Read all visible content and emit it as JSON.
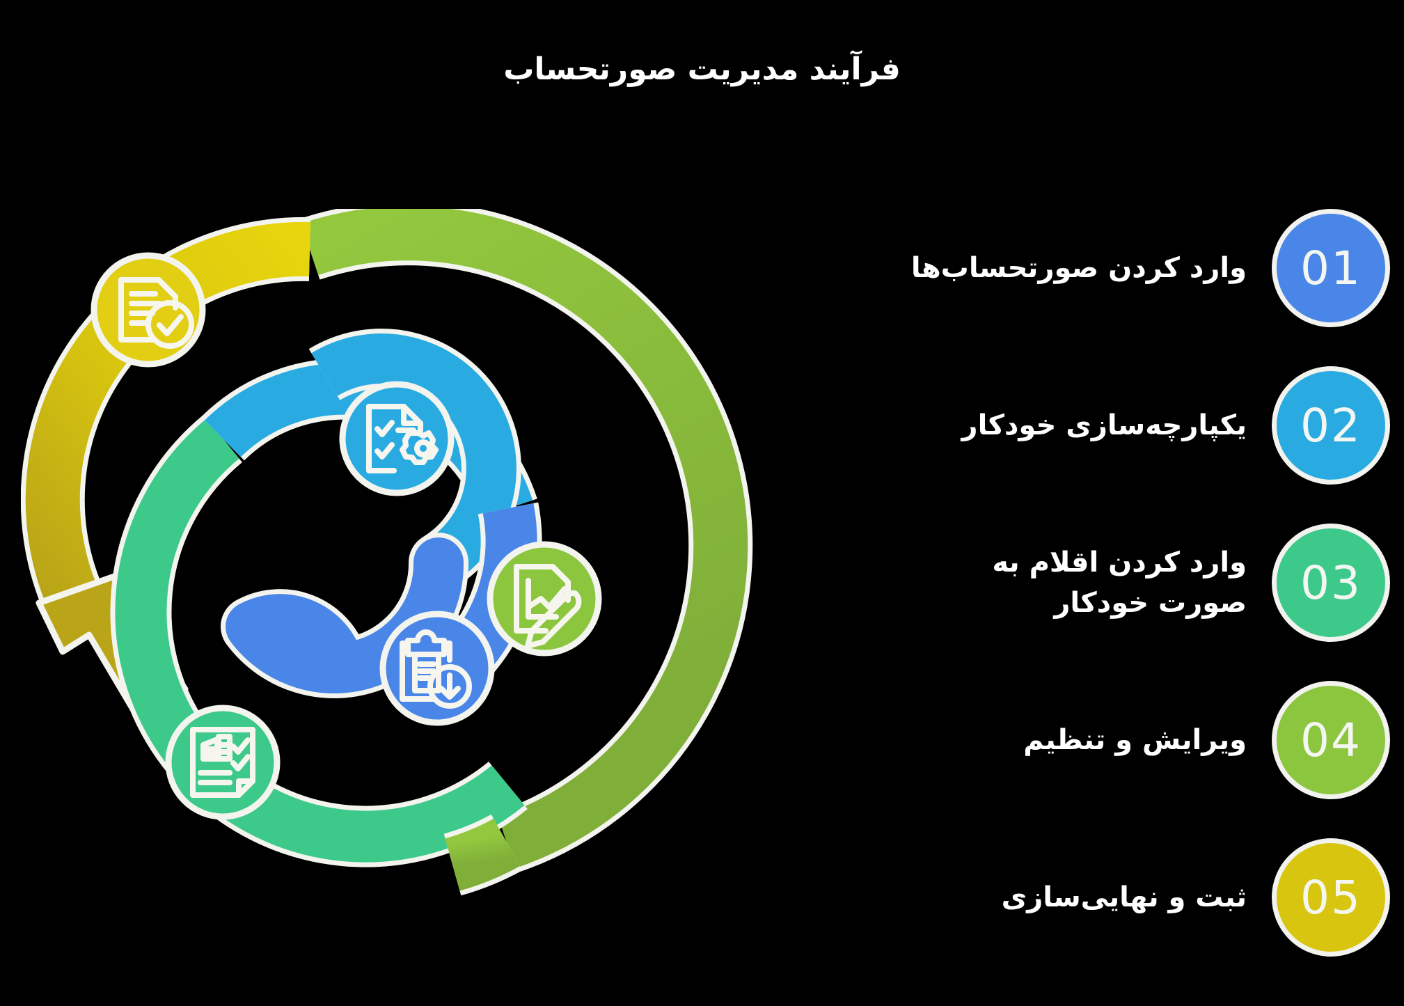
{
  "title": "فرآیند مدیریت صورتحساب",
  "background_color": "#000000",
  "text_color": "#ffffff",
  "outline_color": "#f4f4ef",
  "palette": {
    "blue": "#4a86e8",
    "cyan": "#29abe2",
    "green": "#3cc98a",
    "olive": "#8cc63f",
    "yellow": "#e2ce12"
  },
  "legend": {
    "items": [
      {
        "number": "01",
        "label": "وارد کردن صورتحساب‌ها",
        "color": "#4a86e8"
      },
      {
        "number": "02",
        "label": "یکپارچه‌سازی خودکار",
        "color": "#29abe2"
      },
      {
        "number": "03",
        "label": "وارد کردن اقلام به صورت خودکار",
        "color": "#3cc98a"
      },
      {
        "number": "04",
        "label": "ویرایش و تنظیم",
        "color": "#8cc63f"
      },
      {
        "number": "05",
        "label": "ثبت و نهایی‌سازی",
        "color": "#d8c510"
      }
    ]
  },
  "spiral": {
    "description": "مارپیچ پنج‌رنگ با فلش پایانی رو به پایین",
    "segments": [
      {
        "name": "outer-yellow-arrow",
        "color": "#e2ce12"
      },
      {
        "name": "outer-olive",
        "color": "#8cc63f"
      },
      {
        "name": "middle-green",
        "color": "#3cc98a"
      },
      {
        "name": "inner-cyan",
        "color": "#29abe2"
      },
      {
        "name": "core-blue",
        "color": "#4a86e8"
      }
    ],
    "icons": [
      {
        "name": "document-check-icon",
        "color": "#e2ce12"
      },
      {
        "name": "chart-pencil-icon",
        "color": "#8cc63f"
      },
      {
        "name": "report-checklist-icon",
        "color": "#3cc98a"
      },
      {
        "name": "document-gear-icon",
        "color": "#29abe2"
      },
      {
        "name": "clipboard-download-icon",
        "color": "#4a86e8"
      }
    ]
  }
}
